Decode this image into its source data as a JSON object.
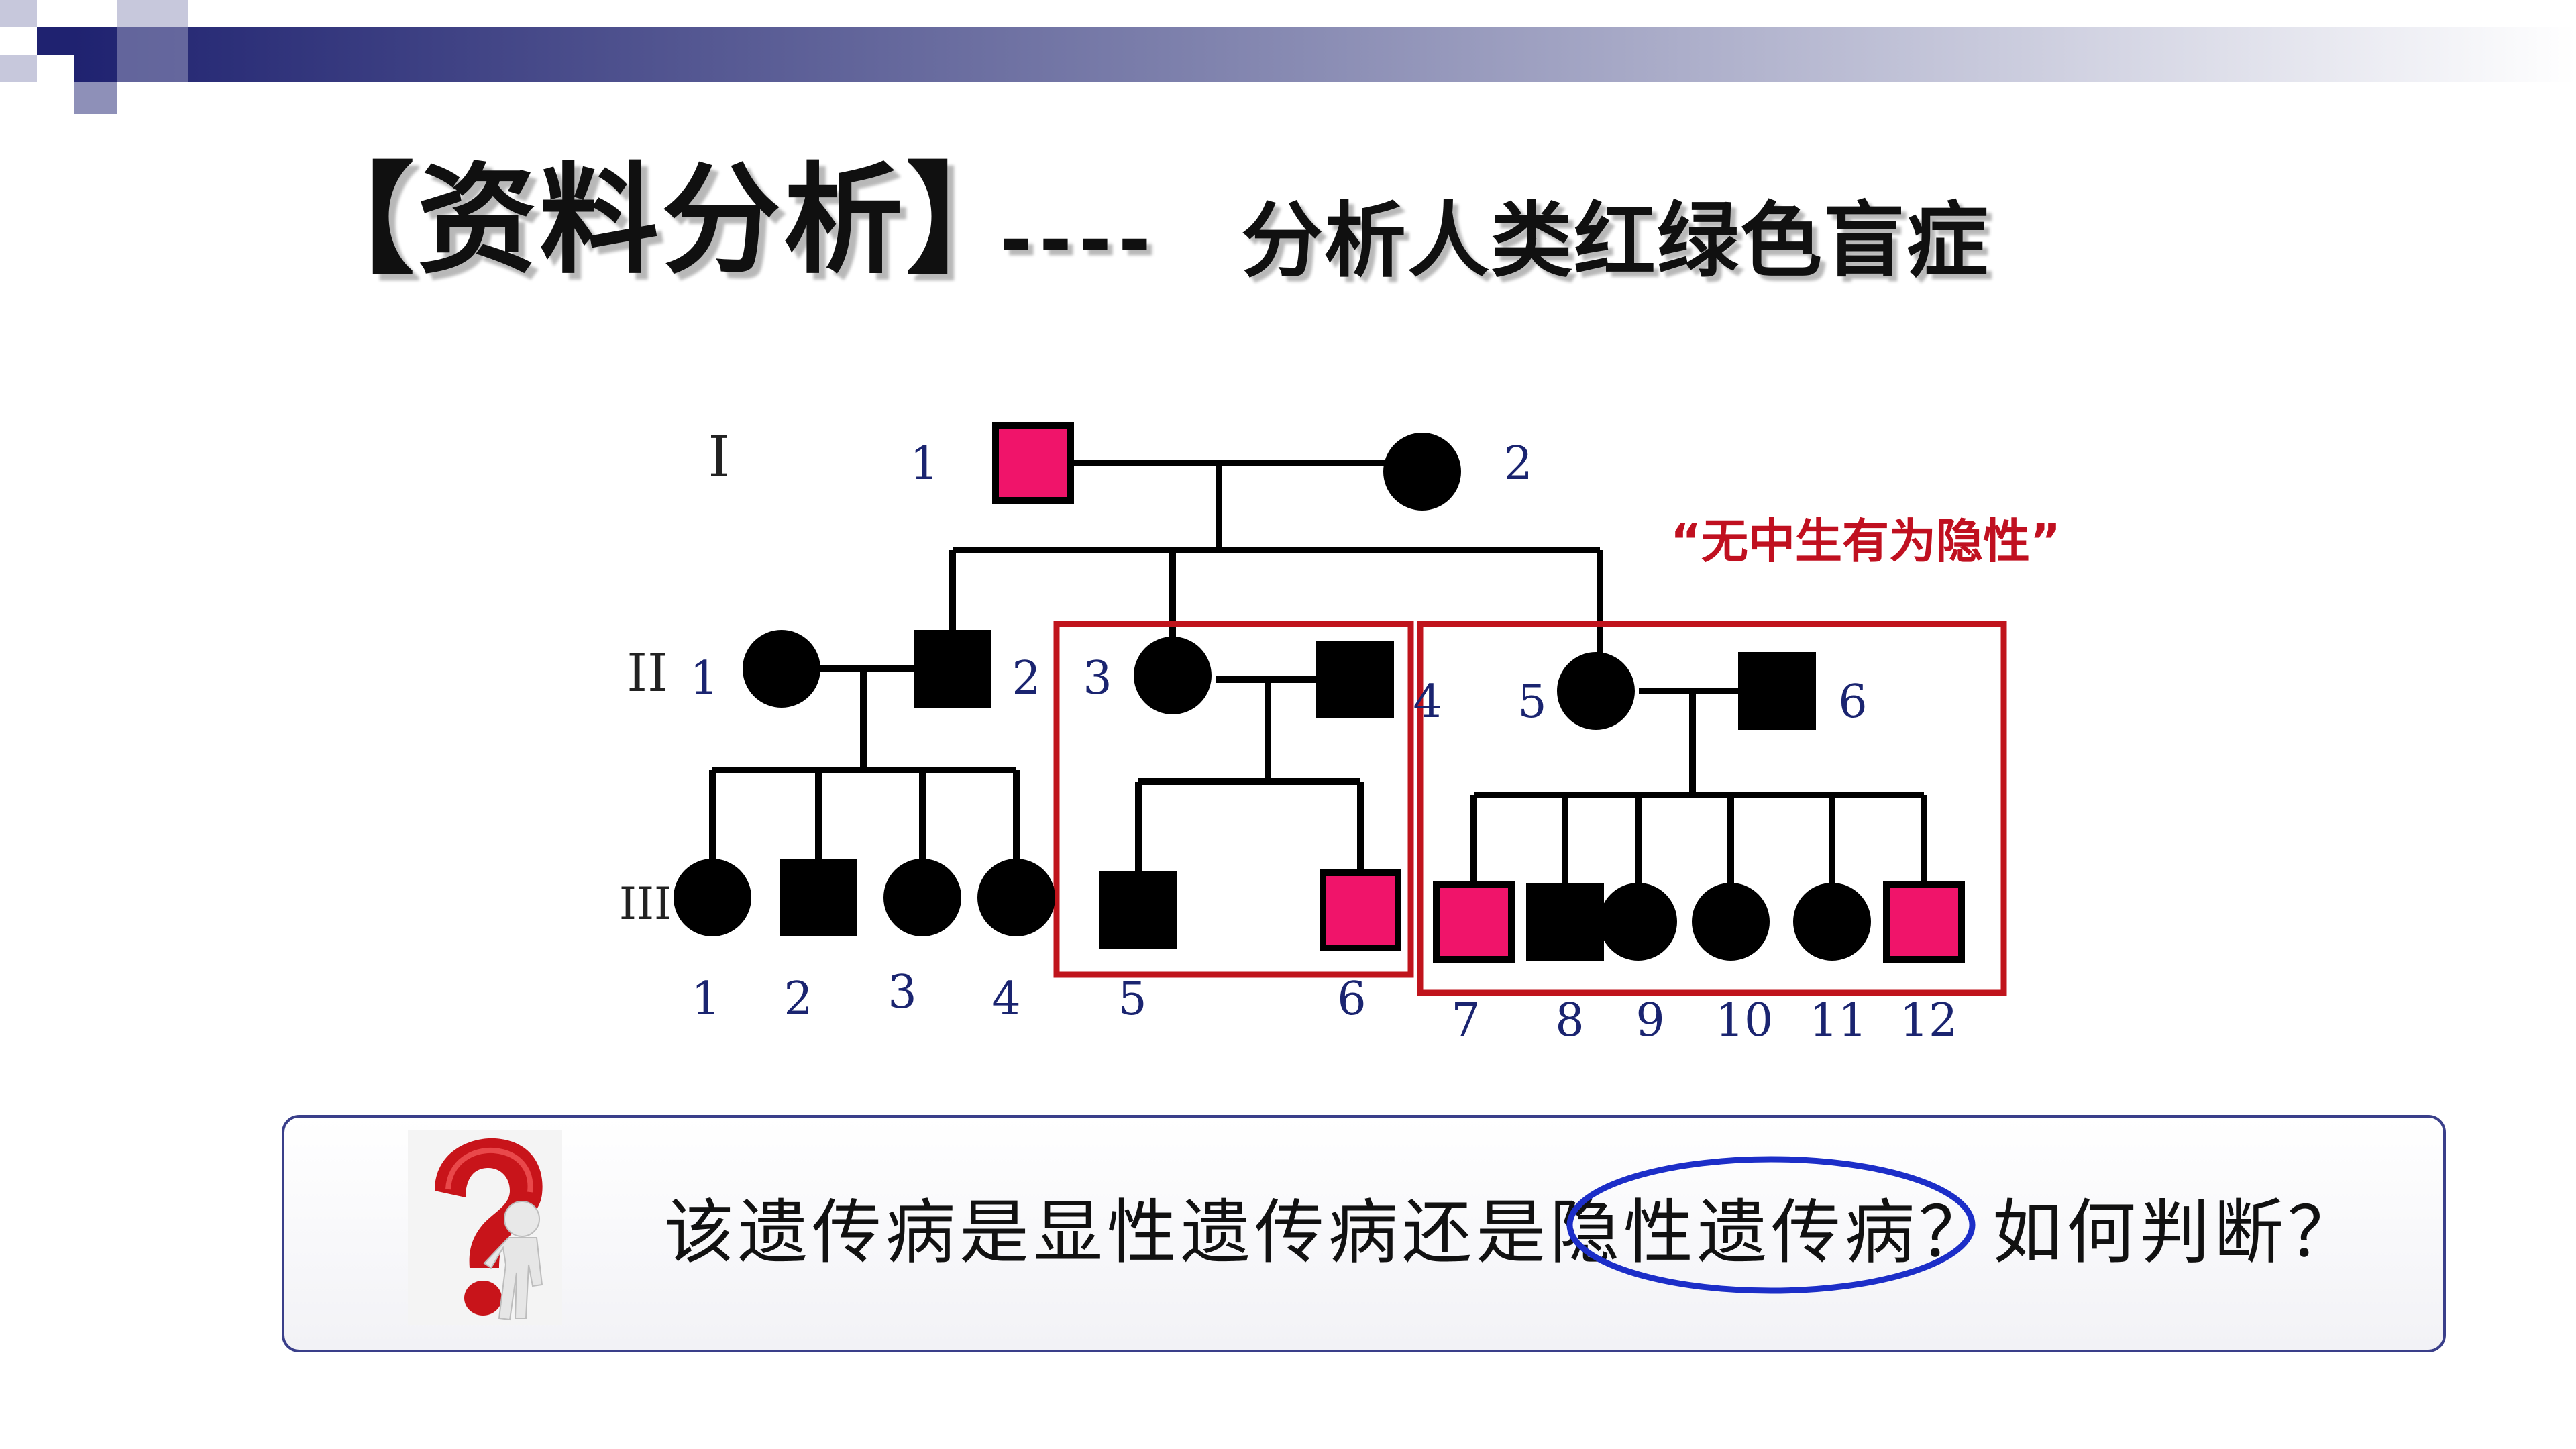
{
  "slide": {
    "title": "【资料分析】",
    "title_dashes": "----",
    "subtitle": "分析人类红绿色盲症",
    "annotation": "“无中生有为隐性”",
    "question": "该遗传病是显性遗传病还是隐性遗传病？如何判断？",
    "icon": "question-mark-figure-icon"
  },
  "colors": {
    "affected": "#f0146a",
    "normal": "#000000",
    "highlight_box": "#c0141c",
    "number_text": "#1a2470",
    "annotation_red": "#c01020",
    "circle_blue": "#1c2ec8",
    "header_navy": "#1f2270"
  },
  "pedigree": {
    "generations": [
      "I",
      "II",
      "III"
    ],
    "gen_I": [
      {
        "label": "1",
        "sex": "male",
        "affected": true
      },
      {
        "label": "2",
        "sex": "female",
        "affected": false
      }
    ],
    "gen_II": [
      {
        "label": "1",
        "sex": "female",
        "affected": false
      },
      {
        "label": "2",
        "sex": "male",
        "affected": false
      },
      {
        "label": "3",
        "sex": "female",
        "affected": false
      },
      {
        "label": "4",
        "sex": "male",
        "affected": false
      },
      {
        "label": "5",
        "sex": "female",
        "affected": false
      },
      {
        "label": "6",
        "sex": "male",
        "affected": false
      }
    ],
    "gen_III": [
      {
        "label": "1",
        "sex": "female",
        "affected": false
      },
      {
        "label": "2",
        "sex": "male",
        "affected": false
      },
      {
        "label": "3",
        "sex": "female",
        "affected": false
      },
      {
        "label": "4",
        "sex": "female",
        "affected": false
      },
      {
        "label": "5",
        "sex": "male",
        "affected": false
      },
      {
        "label": "6",
        "sex": "male",
        "affected": true
      },
      {
        "label": "7",
        "sex": "male",
        "affected": true
      },
      {
        "label": "8",
        "sex": "male",
        "affected": false
      },
      {
        "label": "9",
        "sex": "female",
        "affected": false
      },
      {
        "label": "10",
        "sex": "female",
        "affected": false
      },
      {
        "label": "11",
        "sex": "female",
        "affected": false
      },
      {
        "label": "12",
        "sex": "male",
        "affected": true
      }
    ]
  }
}
